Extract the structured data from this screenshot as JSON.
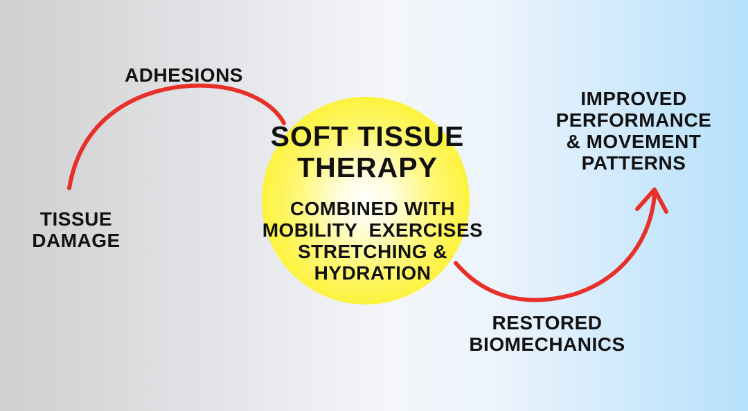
{
  "diagram": {
    "colors": {
      "arrow": "#e8302a",
      "circle": "#fdf23a",
      "text": "#111111"
    },
    "title_lines": [
      "SOFT TISSUE",
      "THERAPY"
    ],
    "center_lines": [
      "COMBINED WITH",
      "MOBILITY  EXERCISES",
      "STRETCHING &",
      "HYDRATION"
    ],
    "nodes": {
      "tissue_damage": [
        "TISSUE",
        "DAMAGE"
      ],
      "adhesions": [
        "ADHESIONS"
      ],
      "restored": [
        "RESTORED",
        "BIOMECHANICS"
      ],
      "improved": [
        "IMPROVED",
        "PERFORMANCE",
        "& MOVEMENT",
        "PATTERNS"
      ]
    }
  }
}
